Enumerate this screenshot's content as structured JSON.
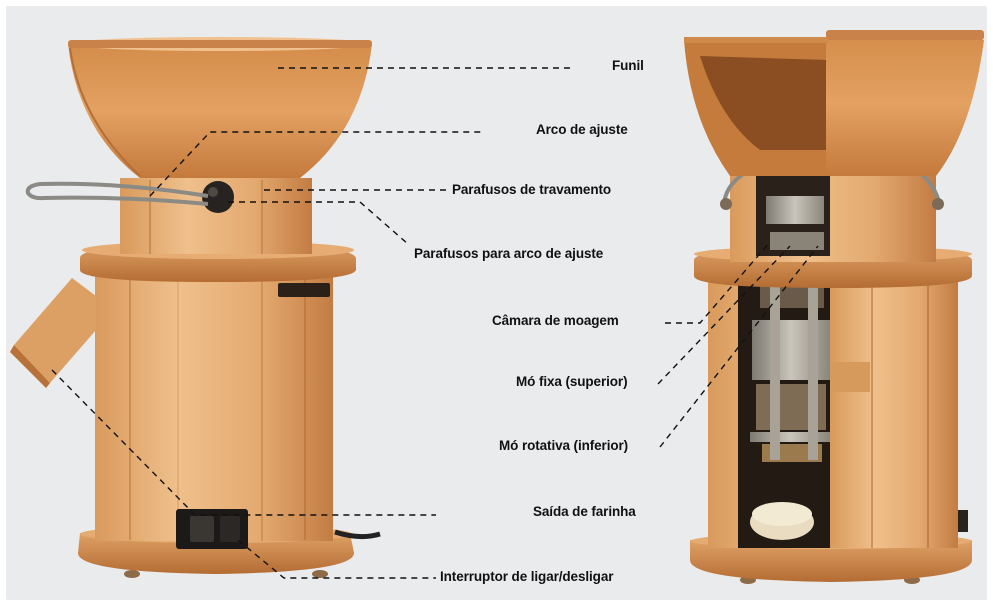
{
  "labels": {
    "funil": "Funil",
    "arco": "Arco de ajuste",
    "parafusos_trav": "Parafusos de travamento",
    "parafusos_arco": "Parafusos para arco de ajuste",
    "camara": "Câmara de moagem",
    "mo_fixa": "Mó fixa (superior)",
    "mo_rotativa": "Mó rotativa (inferior)",
    "saida": "Saída de farinha",
    "interruptor": "Interruptor de ligar/desligar"
  },
  "colors": {
    "background": "#e9ebec",
    "wood_light": "#e6b07a",
    "wood_mid": "#cf8d52",
    "wood_dark": "#b06b34",
    "leader_line": "#111111"
  },
  "icons": [
    "grain-mill-illustration",
    "grain-mill-cutaway-illustration"
  ]
}
